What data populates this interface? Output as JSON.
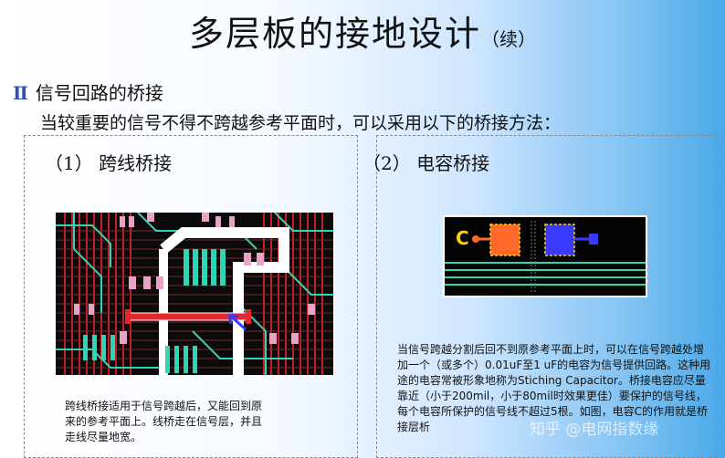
{
  "title": {
    "main": "多层板的接地设计",
    "suffix": "（续）"
  },
  "section": {
    "bullet": "Ⅱ",
    "heading": "信号回路的桥接"
  },
  "intro": "当较重要的信号不得不跨越参考平面时，可以采用以下的桥接方法：",
  "left_panel": {
    "heading": "（1）  跨线桥接",
    "caption": "跨线桥接适用于信号跨越后，又能回到原来的参考平面上。线桥走在信号层，并且走线尽量地宽。"
  },
  "right_panel": {
    "heading": "（2）  电容桥接",
    "capacitor_label": "C",
    "caption": "当信号跨越分割后回不到原参考平面上时，可以在信号跨越处增加一个（或多个）0.01uF至1 uF的电容为信号提供回路。这种用途的电容常被形象地称为Stiching Capacitor。桥接电容应尽量靠近（小于200mil，小于80mil时效果更佳）要保护的信号线，每个电容所保护的信号线不超过5根。如图，电容C的作用就是桥接层析"
  },
  "watermark": "知乎 @电网指数缘",
  "colors": {
    "pcb_red": "#e8262b",
    "pcb_teal": "#2fd6b4",
    "pcb_pink": "#e9a3c4",
    "pcb_orange": "#ff6a2a",
    "pcb_blue": "#3a3aff",
    "section_bullet": "#2d4fb2"
  }
}
